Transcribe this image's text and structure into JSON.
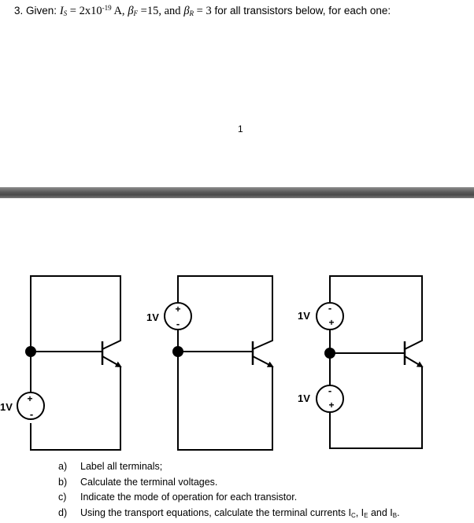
{
  "problem": {
    "number": "3.",
    "lead": "Given:",
    "is_sym": "I",
    "is_sub": "S",
    "is_value_pre": "= 2x10",
    "is_exp": "-19",
    "is_unit": "A,",
    "bf_sym": "β",
    "bf_sub": "F",
    "bf_value": "=15, and",
    "br_sym": "β",
    "br_sub": "R",
    "br_value": "= 3",
    "tail": "for all transistors below, for each one:"
  },
  "page_number": "1",
  "circuits": {
    "source_labels": [
      "1V",
      "1V",
      "1V",
      "1V"
    ],
    "plus_sign": "+",
    "minus_sign": "-"
  },
  "tasks": [
    {
      "letter": "a)",
      "text": "Label all terminals;"
    },
    {
      "letter": "b)",
      "text": "Calculate the terminal voltages."
    },
    {
      "letter": "c)",
      "text": "Indicate the mode of operation for each transistor."
    },
    {
      "letter": "d)",
      "text": "Using the transport equations, calculate the terminal currents I",
      "sub_c": "C",
      "comma": ", I",
      "sub_e": "E",
      "and": " and I",
      "sub_b": "B",
      "end": "."
    }
  ]
}
